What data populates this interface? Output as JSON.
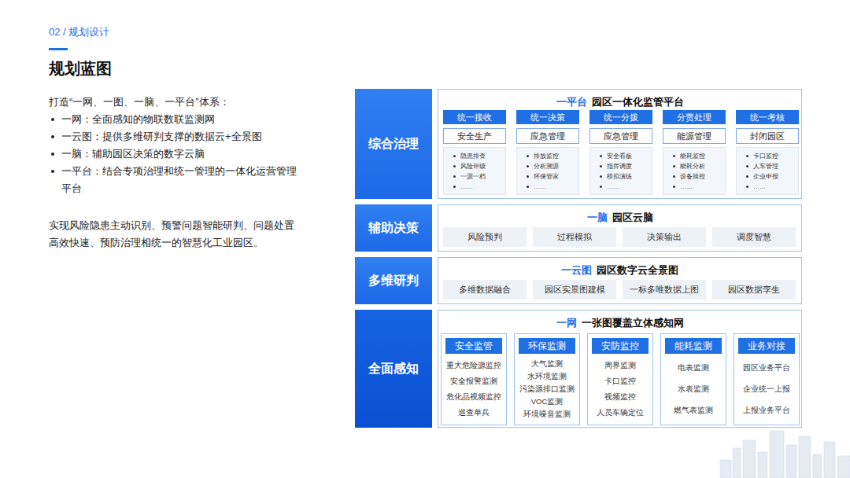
{
  "diagram": {
    "title": "规划蓝图",
    "nodes": [
      {
        "text": [
          "综合治理"
        ]
      },
      {
        "text": [
          "一平台",
          "园区一体化监管平台"
        ]
      },
      {
        "text": [
          "统一接收"
        ],
        "in": 1
      },
      {
        "text": [
          "安全生产"
        ],
        "in": 1
      },
      {
        "text": [
          "隐患排查",
          "风险评级",
          "一源一档",
          "……"
        ],
        "in": 1
      },
      {
        "text": [
          "统一决策"
        ],
        "in": 1
      },
      {
        "text": [
          "应急管理"
        ],
        "in": 1
      },
      {
        "text": [
          "排放监控",
          "分析溯源",
          "环保管家",
          "……"
        ],
        "in": 1
      },
      {
        "text": [
          "统一分拨"
        ],
        "in": 1
      },
      {
        "text": [
          "应急管理"
        ],
        "in": 1
      },
      {
        "text": [
          "安全看板",
          "指挥调度",
          "模拟演练",
          "……"
        ],
        "in": 1
      },
      {
        "text": [
          "分责处理"
        ],
        "in": 1
      },
      {
        "text": [
          "能源管理"
        ],
        "in": 1
      },
      {
        "text": [
          "能耗监控",
          "能耗分析",
          "设备操控",
          "……"
        ],
        "in": 1
      },
      {
        "text": [
          "统一考核"
        ],
        "in": 1
      },
      {
        "text": [
          "封闭园区"
        ],
        "in": 1
      },
      {
        "text": [
          "卡口监控",
          "人车管理",
          "企业申报",
          "……"
        ],
        "in": 1
      },
      {
        "text": [
          "辅助决策"
        ]
      },
      {
        "text": [
          "一脑",
          "园区云脑"
        ]
      },
      {
        "text": [
          "风险预判"
        ],
        "in": 18
      },
      {
        "text": [
          "过程模拟"
        ],
        "in": 18
      },
      {
        "text": [
          "决策输出"
        ],
        "in": 18
      },
      {
        "text": [
          "调度智慧"
        ],
        "in": 18
      },
      {
        "text": [
          "多维研判"
        ]
      },
      {
        "text": [
          "一云图",
          "园区数字云全景图"
        ]
      },
      {
        "text": [
          "多维数据融合"
        ],
        "in": 24
      },
      {
        "text": [
          "园区实景图建模"
        ],
        "in": 24
      },
      {
        "text": [
          "一标多唯数据上图"
        ],
        "in": 24
      },
      {
        "text": [
          "园区数据孪生"
        ],
        "in": 24
      },
      {
        "text": [
          "全面感知"
        ]
      },
      {
        "text": [
          "一网",
          "一张图覆盖立体感知网"
        ]
      },
      {
        "text": [
          "重大危险源监控",
          "安全报警监测",
          "危化品视频监控",
          "巡查单兵"
        ],
        "in": 30
      },
      {
        "text": [
          "安全监管"
        ],
        "in": 31
      },
      {
        "text": [
          "大气监测",
          "水环境监测",
          "污染源排口监测",
          "VOC监测",
          "环境噪音监测"
        ],
        "in": 30
      },
      {
        "text": [
          "环保监测"
        ],
        "in": 33
      },
      {
        "text": [
          "周界监测",
          "卡口监控",
          "视频监控",
          "人员车辆定位"
        ],
        "in": 30
      },
      {
        "text": [
          "安防监控"
        ],
        "in": 35
      },
      {
        "text": [
          "电表监测",
          "水表监测",
          "燃气表监测"
        ],
        "in": 30
      },
      {
        "text": [
          "能耗监测"
        ],
        "in": 37
      },
      {
        "text": [
          "园区业务平台",
          "企业统一上报",
          "上报业务平台"
        ],
        "in": 30
      },
      {
        "text": [
          "业务对接"
        ],
        "in": 39
      }
    ],
    "labels": [
      "02 / 规划设计",
      "打造“一网、一图、一脑、一平台”体系：",
      "一网：全面感知的物联数联监测网",
      "一云图：提供多维研判支撑的数据云+全景图",
      "一脑：辅助园区决策的数字云脑",
      "一平台：结合专项治理和统一管理的一体化运营管理平台",
      "实现风险隐患主动识别、预警问题智能研判、问题处置高效快速、预防治理相统一的智慧化工业园区。"
    ]
  }
}
